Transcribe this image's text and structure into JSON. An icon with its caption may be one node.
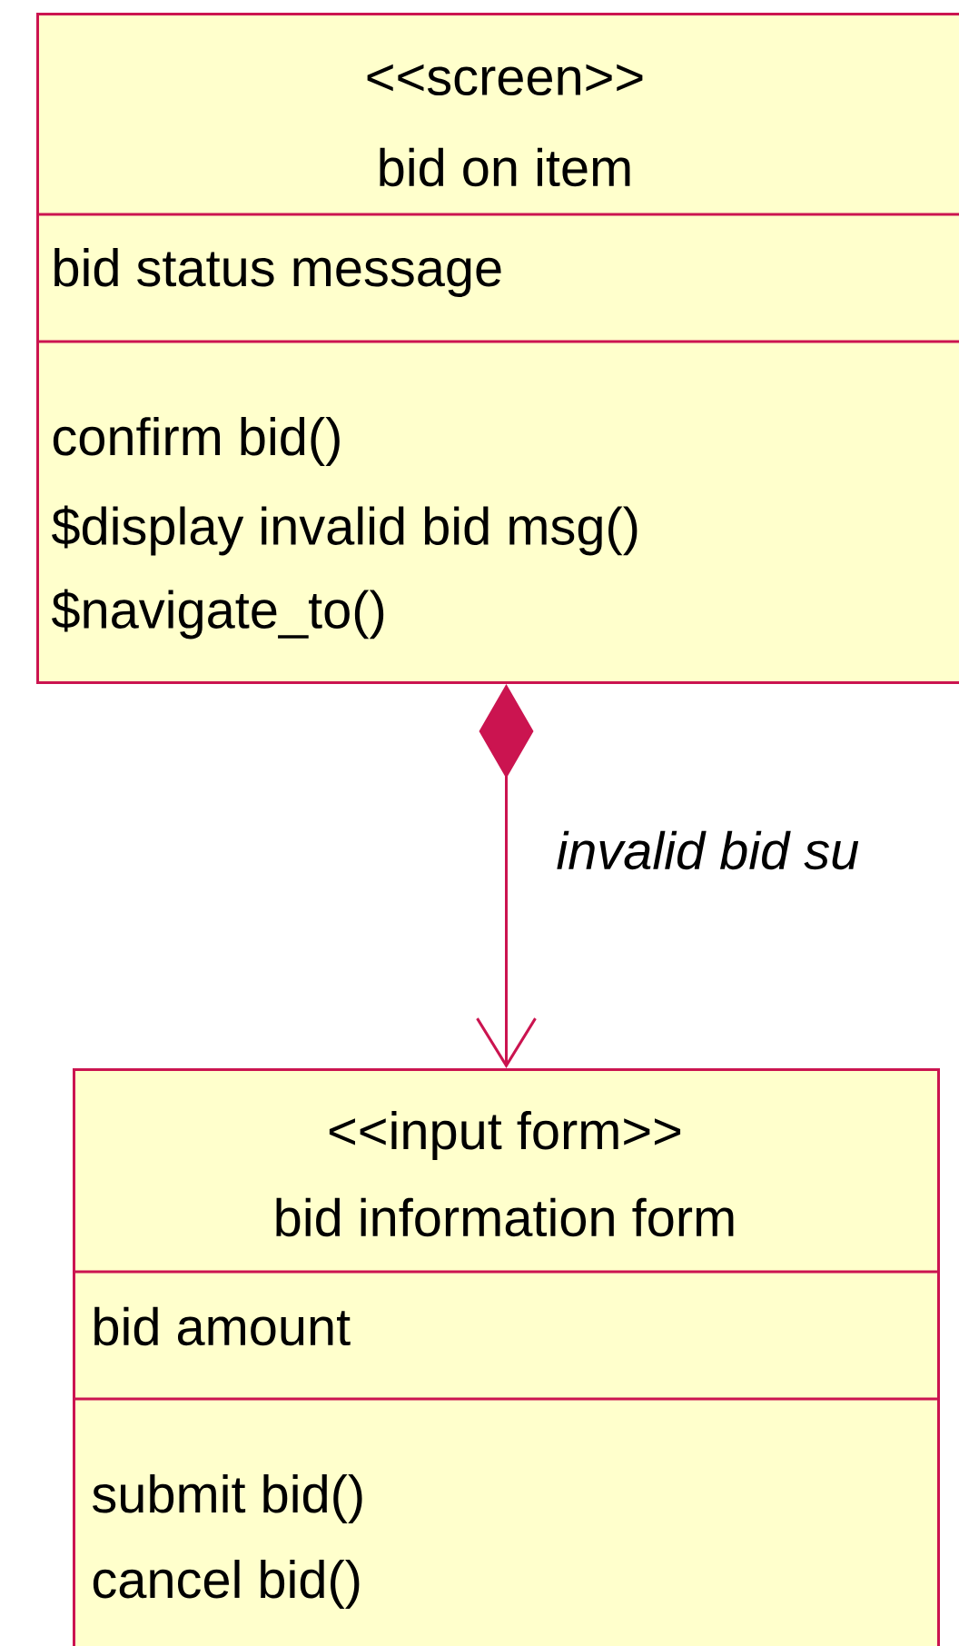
{
  "diagram": {
    "nodes": [
      {
        "text": [
          "<<screen>>",
          "bid on item",
          "bid status message",
          "confirm bid()",
          "$display invalid bid msg()",
          "$navigate_to()"
        ]
      },
      {
        "text": [
          "<<input form>>",
          "bid information form",
          "bid amount",
          "submit bid()",
          "cancel bid()"
        ]
      }
    ],
    "edges": [
      {
        "from": 0,
        "to": 1,
        "arrow": "to",
        "label": "invalid bid su"
      }
    ]
  }
}
